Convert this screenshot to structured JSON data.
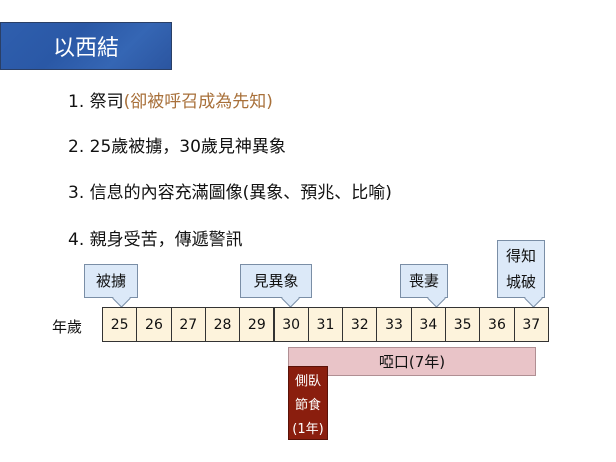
{
  "title": "以西結",
  "points": [
    {
      "main": "1. 祭司",
      "note": "(卻被呼召成為先知)"
    },
    {
      "main": "2. 25歲被擄，30歲見神異象"
    },
    {
      "main": "3. 信息的內容充滿圖像(異象、預兆、比喻)"
    },
    {
      "main": "4. 親身受苦，傳遞警訊"
    }
  ],
  "timeline": {
    "label": "年歲",
    "ages": [
      "25",
      "26",
      "27",
      "28",
      "29",
      "30",
      "31",
      "32",
      "33",
      "34",
      "35",
      "36",
      "37"
    ],
    "events": [
      {
        "age": "25",
        "text": "被擄"
      },
      {
        "age": "30",
        "text": "見異象"
      },
      {
        "age": "34",
        "text": "喪妻"
      },
      {
        "age": "37",
        "lines": [
          "得知",
          "城破"
        ]
      }
    ],
    "mute": "啞口(7年)",
    "lie": [
      "側臥",
      "節食",
      "(1年)"
    ]
  },
  "colors": {
    "accent": "#a8703a",
    "title_bg": "#2f5fae",
    "cell": "#fdf3dc",
    "callout": "#dce9f8",
    "mute": "#e9c4c8",
    "lie": "#8a1e0e"
  }
}
